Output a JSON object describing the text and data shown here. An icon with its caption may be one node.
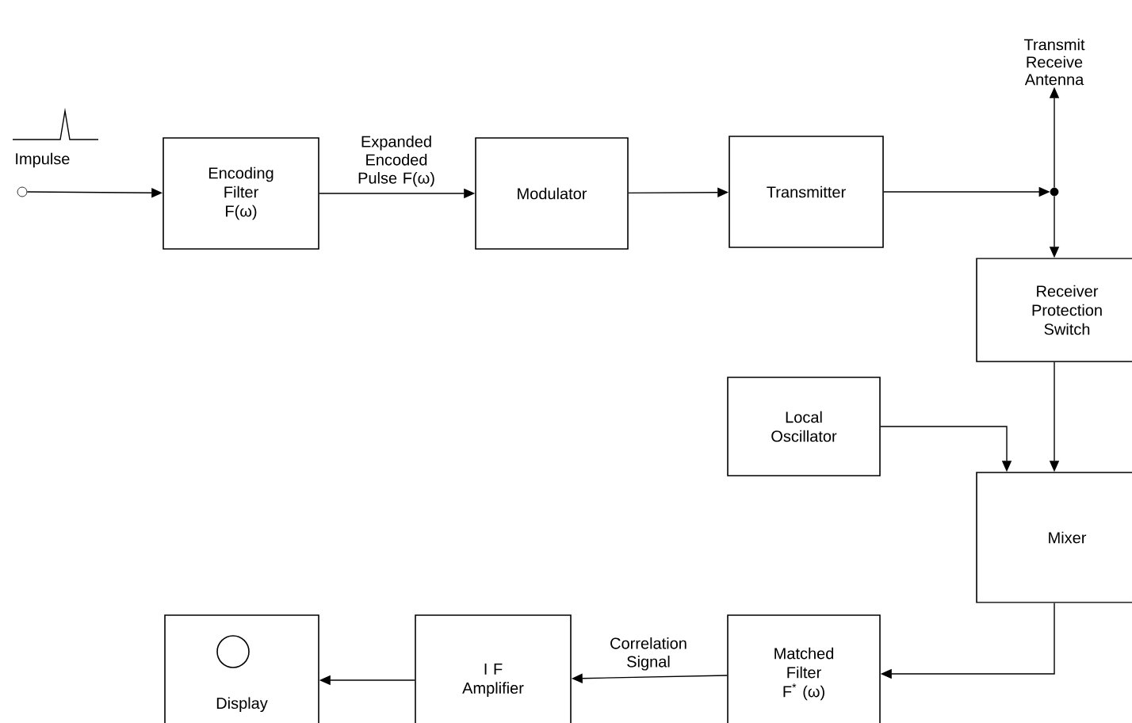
{
  "diagram": {
    "nodes": [
      {
        "text": [],
        "shape": "circle",
        "beside": [
          "Impulse"
        ]
      },
      {
        "text": [
          "Encoding Filter F(ω)"
        ]
      },
      {
        "text": [
          "Modulator"
        ]
      },
      {
        "text": [
          "Transmitter"
        ]
      },
      {
        "text": [],
        "shape": "dot"
      },
      {
        "text": [
          "Transmit Receive Antenna"
        ]
      },
      {
        "text": [
          "Receiver Protection Switch"
        ]
      },
      {
        "text": [
          "Local Oscillator"
        ]
      },
      {
        "text": [
          "Mixer"
        ]
      },
      {
        "text": [
          "Matched Filter F$^{*}$ (ω)"
        ]
      },
      {
        "text": [
          "I F Amplifier"
        ]
      },
      {
        "text": [
          "Display"
        ]
      }
    ],
    "edges": [
      {
        "from": 0,
        "to": 1,
        "arrow": "to"
      },
      {
        "from": 1,
        "to": 2,
        "arrow": "to",
        "label": "Expanded Encoded Pulse F(ω)"
      },
      {
        "from": 2,
        "to": 3,
        "arrow": "to"
      },
      {
        "from": 3,
        "to": 4,
        "arrow": "to"
      },
      {
        "from": 4,
        "to": 5,
        "arrow": "to"
      },
      {
        "from": 4,
        "to": 6,
        "arrow": "to"
      },
      {
        "from": 7,
        "to": 8,
        "arrow": "to"
      },
      {
        "from": 6,
        "to": 8,
        "arrow": "to"
      },
      {
        "from": 8,
        "to": 9,
        "arrow": "to"
      },
      {
        "from": 9,
        "to": 10,
        "arrow": "to",
        "label": "Correlation Signal"
      },
      {
        "from": 10,
        "to": 11,
        "arrow": "to"
      }
    ]
  }
}
